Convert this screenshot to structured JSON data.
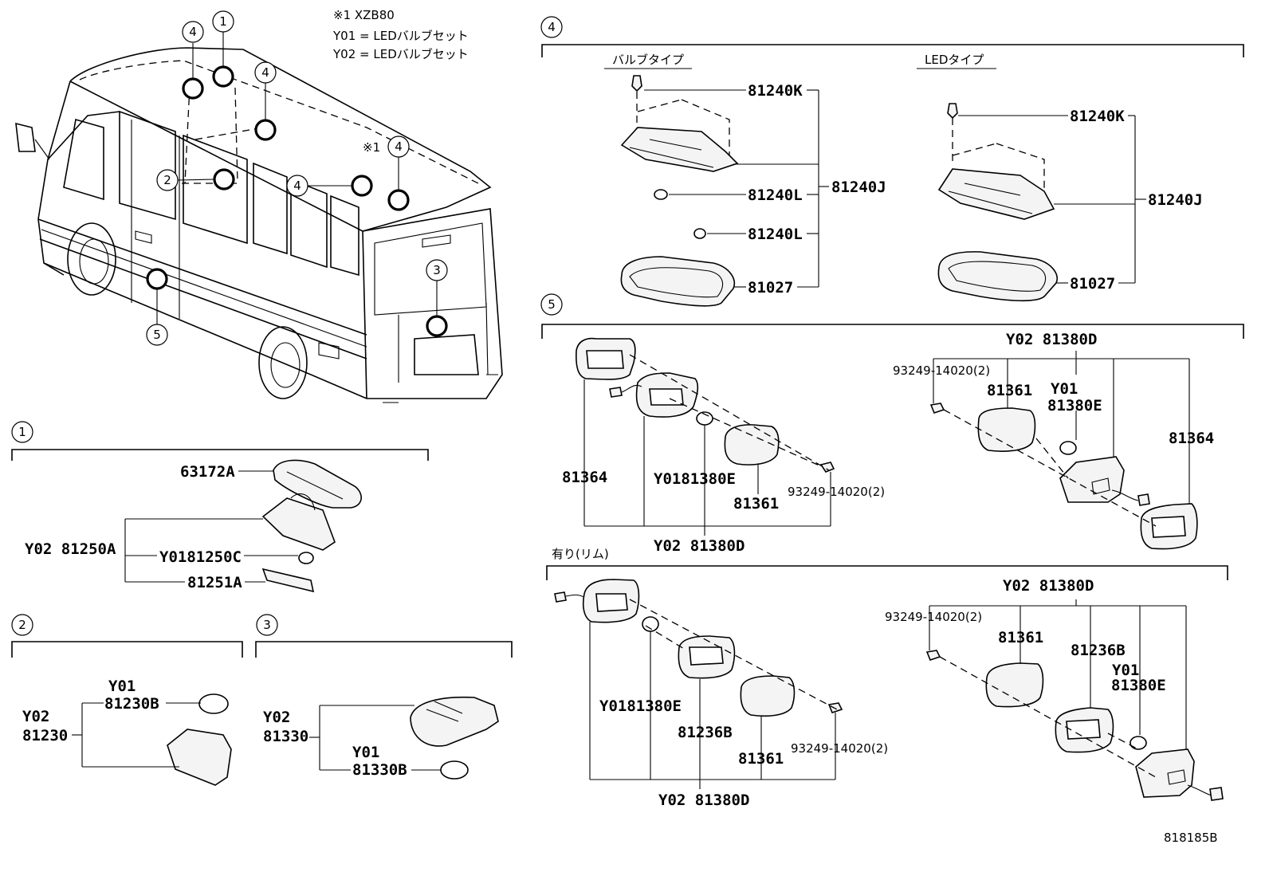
{
  "header_notes": {
    "variant_note": "※1 XZB80",
    "y01_note": "Y01 = LEDバルブセット",
    "y02_note": "Y02 = LEDバルブセット"
  },
  "overview": {
    "callouts": [
      "4",
      "1",
      "4",
      "2",
      "4",
      "4",
      "3",
      "5"
    ],
    "variant_marker": "※1"
  },
  "sections": {
    "s1": {
      "number": "1",
      "labels": {
        "p1": "63172A",
        "p2": "Y02 81250A",
        "p3": "Y0181250C",
        "p4": "81251A"
      }
    },
    "s2": {
      "number": "2",
      "labels": {
        "y01": "Y01",
        "p1": "81230B",
        "y02": "Y02",
        "p2": "81230"
      }
    },
    "s3": {
      "number": "3",
      "labels": {
        "y02": "Y02",
        "p1": "81330",
        "y01": "Y01",
        "p2": "81330B"
      }
    },
    "s4": {
      "number": "4",
      "bulb_type": "バルブタイプ",
      "led_type": "LEDタイプ",
      "bulb_labels": {
        "p1": "81240K",
        "p2": "81240L",
        "p3": "81240L",
        "p4": "81027",
        "assy": "81240J"
      },
      "led_labels": {
        "p1": "81240K",
        "assy": "81240J",
        "p4": "81027"
      }
    },
    "s5": {
      "number": "5",
      "rim_note": "有り(リム)",
      "upper_left": {
        "p1": "81364",
        "p2": "Y0181380E",
        "p3": "81361",
        "p4": "93249-14020(2)",
        "assy": "Y02 81380D"
      },
      "upper_right": {
        "assy": "Y02 81380D",
        "p1": "93249-14020(2)",
        "p2": "81361",
        "p3y": "Y01",
        "p3": "81380E",
        "p4": "81364"
      },
      "lower_left": {
        "p1": "Y0181380E",
        "p2": "81236B",
        "p3": "81361",
        "p4": "93249-14020(2)",
        "assy": "Y02 81380D"
      },
      "lower_right": {
        "assy": "Y02 81380D",
        "p1": "93249-14020(2)",
        "p2": "81361",
        "p3": "81236B",
        "p4y": "Y01",
        "p4": "81380E"
      }
    }
  },
  "diagram_code": "818185B"
}
